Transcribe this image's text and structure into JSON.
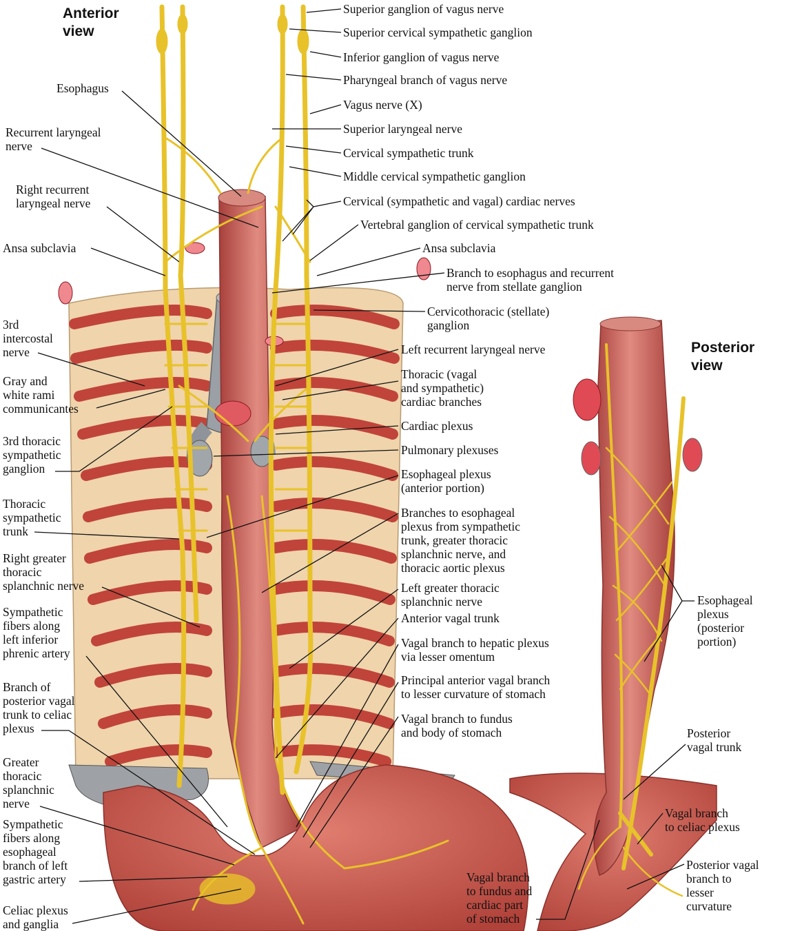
{
  "views": {
    "anterior": "Anterior\nview",
    "posterior": "Posterior\nview"
  },
  "labels_right": [
    "Superior ganglion of vagus nerve",
    "Superior cervical sympathetic ganglion",
    "Inferior ganglion of vagus nerve",
    "Pharyngeal branch of vagus nerve",
    "Vagus nerve (X)",
    "Superior laryngeal nerve",
    "Cervical sympathetic trunk",
    "Middle cervical sympathetic ganglion",
    "Cervical (sympathetic and vagal) cardiac nerves",
    "Vertebral ganglion of cervical sympathetic trunk",
    "Ansa subclavia",
    "Branch to esophagus and recurrent\nnerve from stellate ganglion",
    "Cervicothoracic (stellate)\nganglion",
    "Left recurrent laryngeal nerve",
    "Thoracic (vagal\nand sympathetic)\ncardiac branches",
    "Cardiac plexus",
    "Pulmonary plexuses",
    "Esophageal plexus\n(anterior portion)",
    "Branches to esophageal\nplexus from sympathetic\ntrunk, greater thoracic\nsplanchnic nerve, and\nthoracic aortic plexus",
    "Left greater thoracic\nsplanchnic nerve",
    "Anterior vagal trunk",
    "Vagal branch to hepatic plexus\nvia lesser omentum",
    "Principal anterior vagal branch\nto lesser curvature of stomach",
    "Vagal branch to fundus\nand body of stomach"
  ],
  "labels_left": [
    "Esophagus",
    "Recurrent laryngeal\nnerve",
    "Right recurrent\nlaryngeal nerve",
    "Ansa subclavia",
    "3rd\nintercostal\nnerve",
    "Gray and\nwhite rami\ncommunicantes",
    "3rd thoracic\nsympathetic\nganglion",
    "Thoracic\nsympathetic\ntrunk",
    "Right greater\nthoracic\nsplanchnic nerve",
    "Sympathetic\nfibers along\nleft inferior\nphrenic artery",
    "Branch of\nposterior vagal\ntrunk to celiac\nplexus",
    "Greater\nthoracic\nsplanchnic\nnerve",
    "Sympathetic\nfibers along\nesophageal\nbranch of left\ngastric artery",
    "Celiac plexus\nand ganglia"
  ],
  "labels_posterior": [
    "Esophageal\nplexus\n(posterior\nportion)",
    "Posterior\nvagal trunk",
    "Vagal branch\nto celiac plexus",
    "Posterior vagal\nbranch to\nlesser\ncurvature",
    "Vagal branch\nto fundus and\ncardiac part\nof stomach"
  ],
  "colors": {
    "nerve": "#e8c22a",
    "artery": "#d42a35",
    "esophagus": "#c9605a",
    "stomach": "#c8564c",
    "vertebra": "#e9c9a0",
    "rib": "#c8463c",
    "trachea": "#8e9499"
  }
}
